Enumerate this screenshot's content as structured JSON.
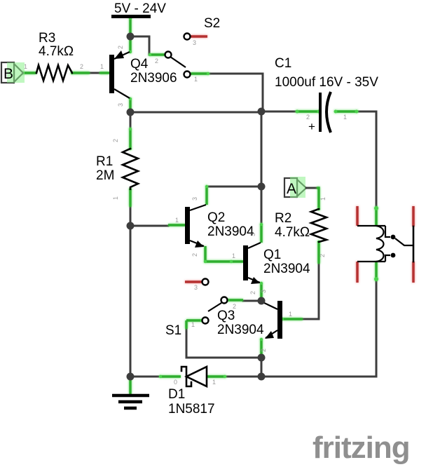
{
  "watermark": "fritzing",
  "power_rail": {
    "label": "5V - 24V"
  },
  "terminals": {
    "b": {
      "label": "B"
    },
    "a": {
      "label": "A"
    }
  },
  "components": {
    "r3": {
      "ref": "R3",
      "value": "4.7kΩ"
    },
    "r1": {
      "ref": "R1",
      "value": "2M"
    },
    "r2": {
      "ref": "R2",
      "value": "4.7kΩ"
    },
    "q4": {
      "ref": "Q4",
      "value": "2N3906"
    },
    "q2": {
      "ref": "Q2",
      "value": "2N3904"
    },
    "q1": {
      "ref": "Q1",
      "value": "2N3904"
    },
    "q3": {
      "ref": "Q3",
      "value": "2N3904"
    },
    "c1": {
      "ref": "C1",
      "value": "1000uf 16V - 35V",
      "polarity": "+"
    },
    "d1": {
      "ref": "D1",
      "value": "1N5817"
    },
    "s1": {
      "ref": "S1"
    },
    "s2": {
      "ref": "S2"
    }
  },
  "pins": {
    "b_1": "1",
    "r3_2": "2",
    "q4_b": "1",
    "q4_e": "2",
    "q4_c": "3",
    "s2_1": "1",
    "s2_2": "2",
    "s2_3": "3",
    "c1_1": "1",
    "c1_2": "2",
    "r1_1": "1",
    "r1_2": "2",
    "q2_b": "1",
    "q2_e": "2",
    "q2_c": "3",
    "q1_b": "1",
    "q1_e": "2",
    "q1_c": "3",
    "q3_b": "1",
    "q3_e": "2",
    "q3_c": "3",
    "s1_1": "1",
    "s1_2": "2",
    "s1_3": "3",
    "r2_1": "1",
    "r2_2": "2",
    "a_1": "1",
    "d1_0": "0",
    "d1_1": "1"
  },
  "colors": {
    "wire": "#3d3d3d",
    "pin_green": "#2fae2f",
    "unrouted_red": "#b53131",
    "pin_number": "#9a9a9a",
    "watermark": "#8f8f8f"
  }
}
